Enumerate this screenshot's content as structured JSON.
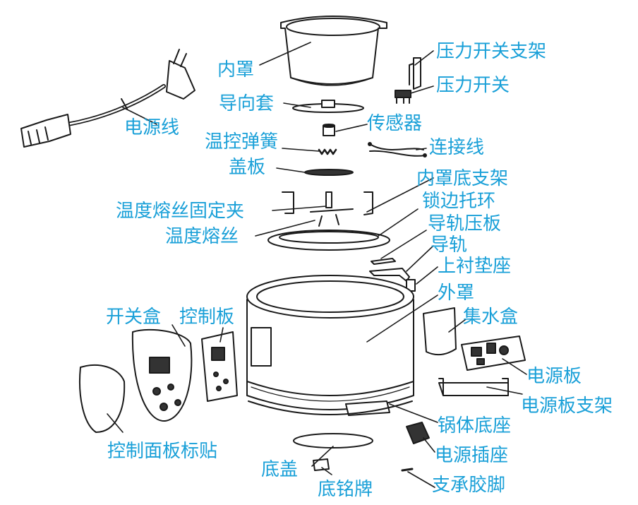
{
  "title": "",
  "colors": {
    "label": "#1aa0d8",
    "line": "#1a1a1a"
  },
  "labels": {
    "inner_pot": "内罩",
    "pressure_switch_bracket": "压力开关支架",
    "pressure_switch": "压力开关",
    "power_cord": "电源线",
    "guide_sleeve": "导向套",
    "sensor": "传感器",
    "temp_spring": "温控弹簧",
    "connecting_wire": "连接线",
    "cover_plate": "盖板",
    "inner_pot_bottom_bracket": "内罩底支架",
    "fuse_clamp": "温度熔丝固定夹",
    "lock_ring": "锁边托环",
    "thermal_fuse": "温度熔丝",
    "rail_press_plate": "导轨压板",
    "rail": "导轨",
    "upper_liner_seat": "上衬垫座",
    "outer_casing": "外罩",
    "switch_box": "开关盒",
    "control_board": "控制板",
    "water_box": "集水盒",
    "power_board": "电源板",
    "power_board_bracket": "电源板支架",
    "pot_base": "锅体底座",
    "control_panel_sticker": "控制面板标贴",
    "power_socket": "电源插座",
    "bottom_cover": "底盖",
    "support_foot": "支承胶脚",
    "nameplate": "底铭牌"
  }
}
